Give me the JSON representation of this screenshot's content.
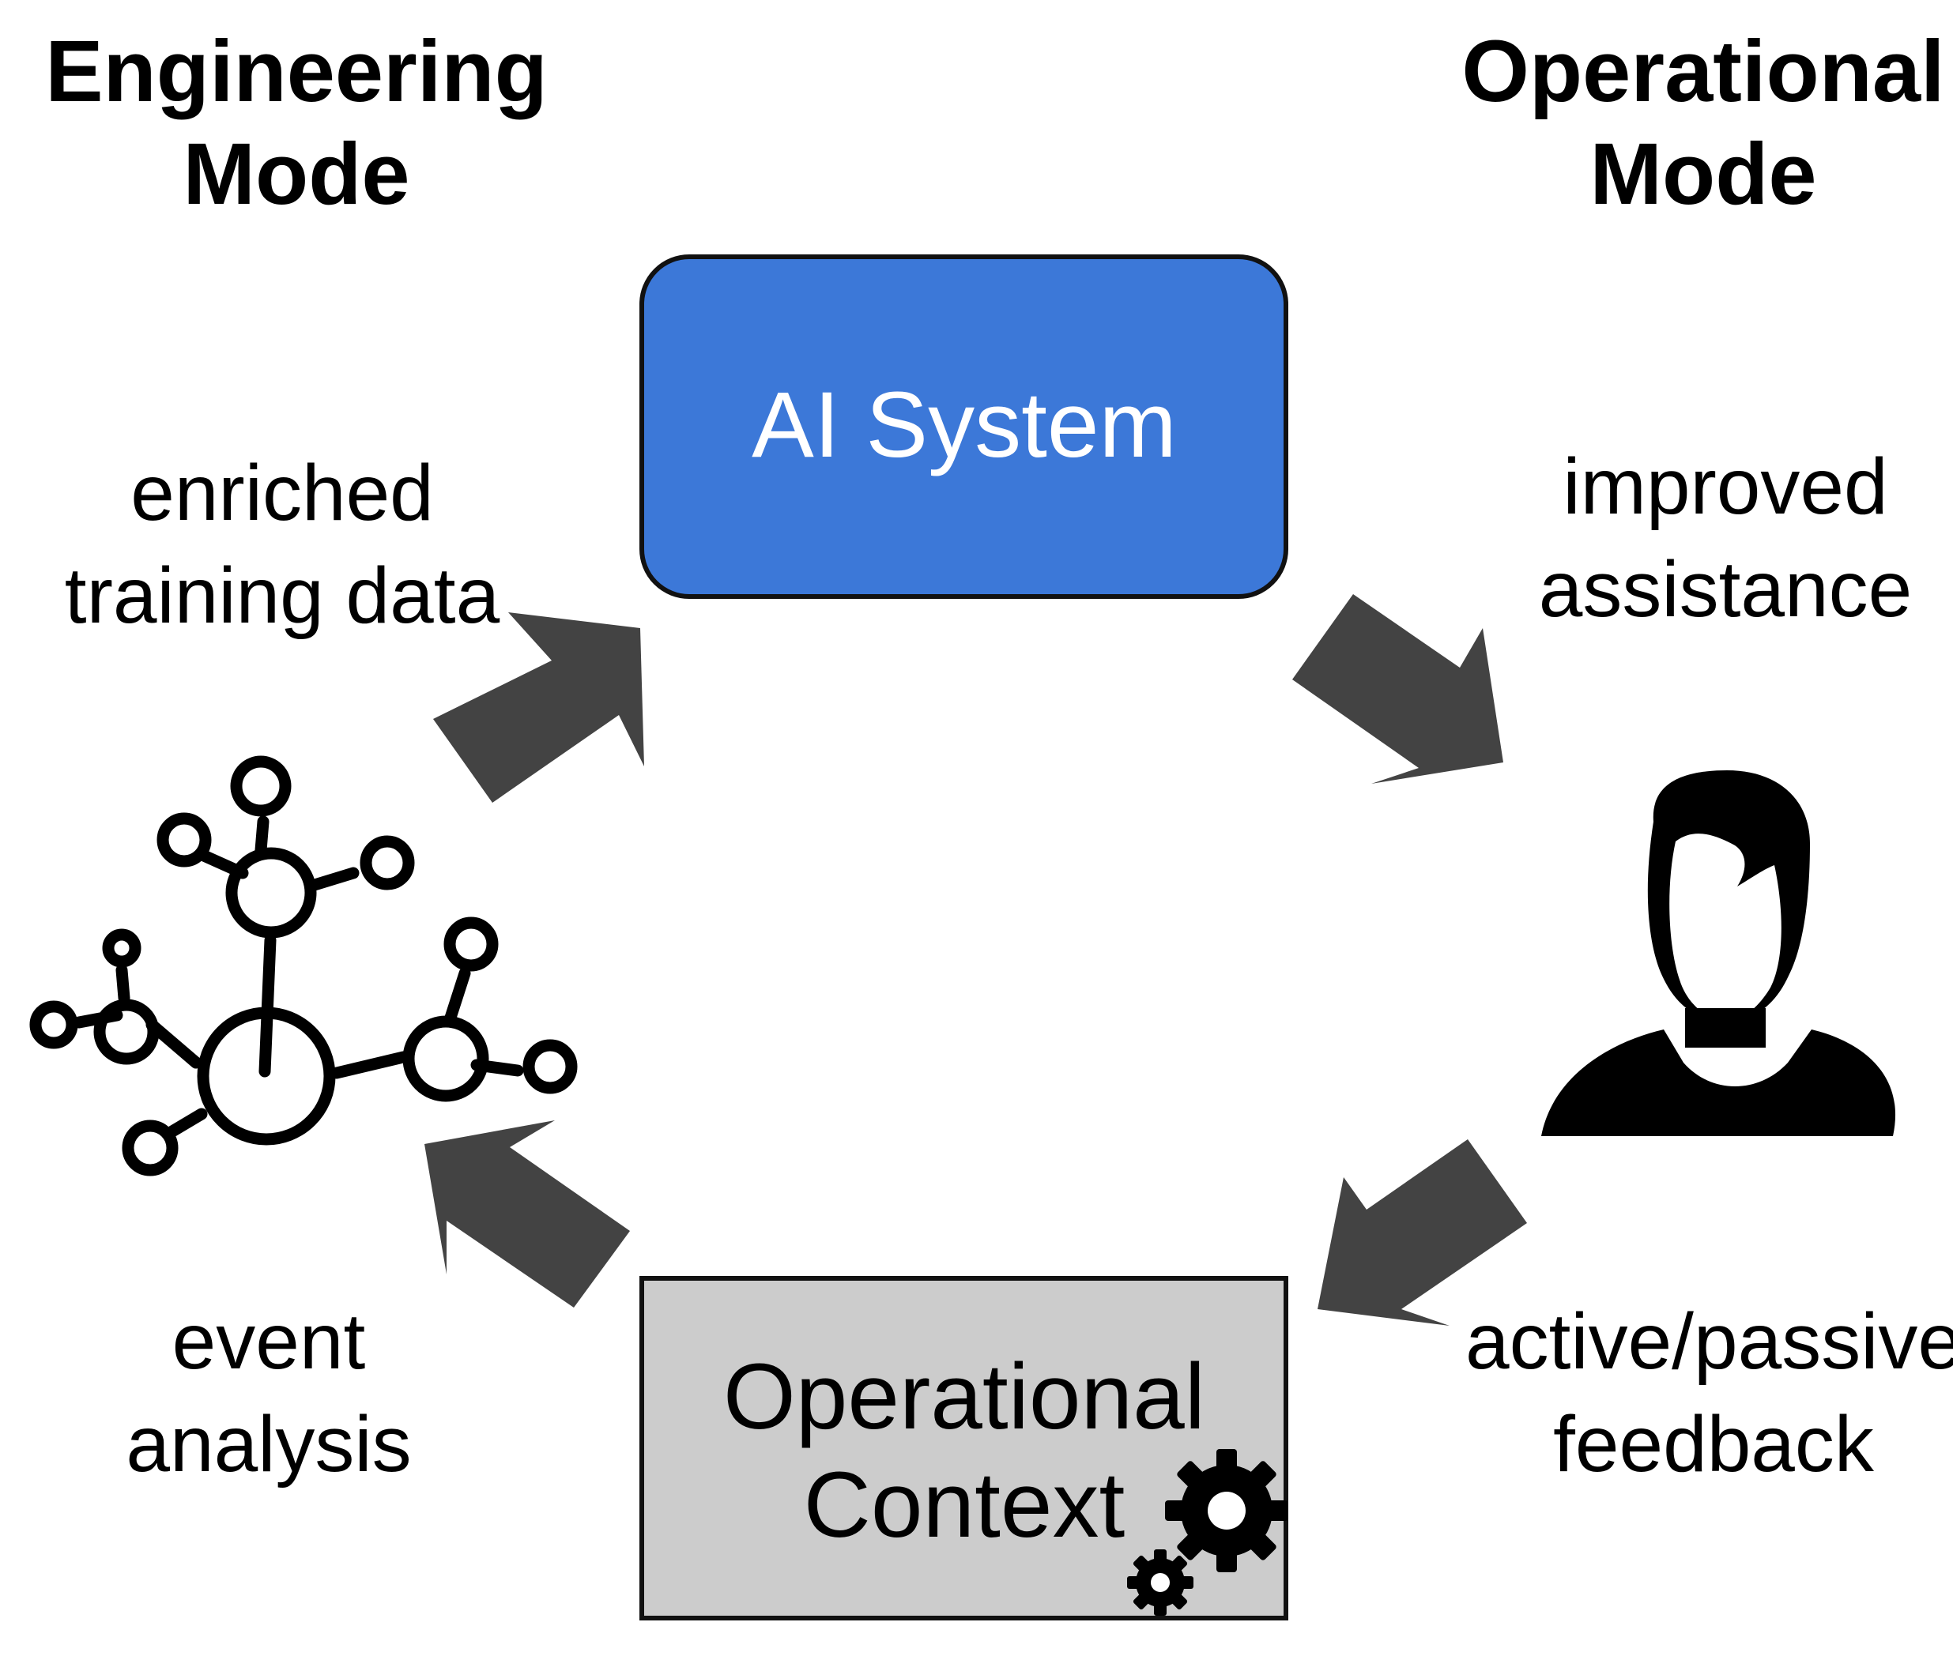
{
  "headings": {
    "engineering_line1": "Engineering",
    "engineering_line2": "Mode",
    "operational_line1": "Operational",
    "operational_line2": "Mode"
  },
  "ai_system": {
    "label": "AI System",
    "fill_color": "#3c78d8",
    "text_color": "#ffffff"
  },
  "operational_context": {
    "line1": "Operational",
    "line2": "Context",
    "fill_color": "#cccccc",
    "icon": "gears-icon"
  },
  "edges": {
    "enriched_line1": "enriched",
    "enriched_line2": "training data",
    "improved_line1": "improved",
    "improved_line2": "assistance",
    "feedback_line1": "active/passive",
    "feedback_line2": "feedback",
    "event_line1": "event",
    "event_line2": "analysis"
  },
  "icons": {
    "network": "network-graph-icon",
    "person": "person-silhouette-icon"
  },
  "arrow_color": "#434343"
}
